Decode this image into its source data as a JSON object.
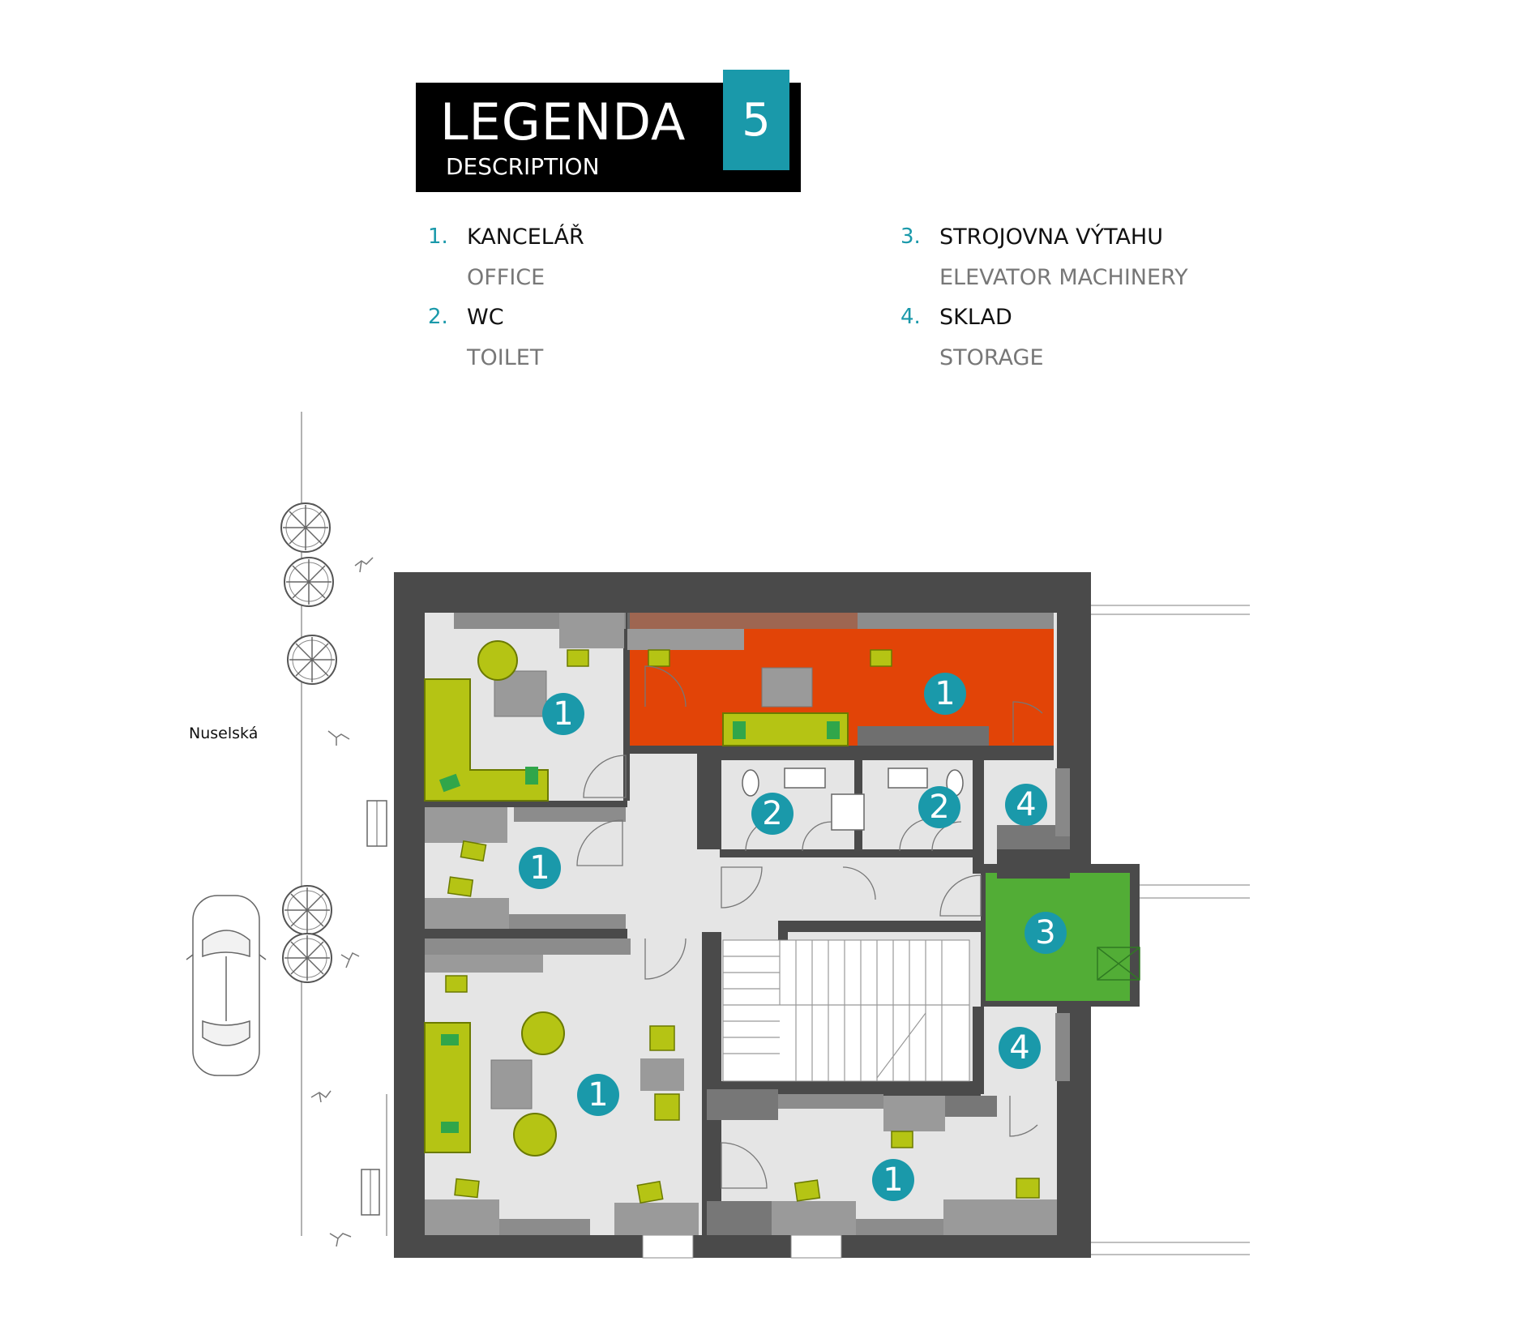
{
  "legend": {
    "title": "LEGENDA",
    "subtitle": "DESCRIPTION",
    "floor": "5",
    "items": [
      {
        "num": "1.",
        "cz": "KANCELÁŘ",
        "en": "OFFICE"
      },
      {
        "num": "2.",
        "cz": "WC",
        "en": "TOILET"
      },
      {
        "num": "3.",
        "cz": "STROJOVNA VÝTAHU",
        "en": "ELEVATOR MACHINERY"
      },
      {
        "num": "4.",
        "cz": "SKLAD",
        "en": "STORAGE"
      }
    ]
  },
  "street": "Nuselská",
  "rooms": [
    "1",
    "1",
    "1",
    "1",
    "1",
    "2",
    "2",
    "3",
    "4",
    "4"
  ],
  "colors": {
    "accent": "#1a99aa",
    "wall": "#4a4a4a",
    "floor": "#e5e5e5",
    "furniture": "#9a9a9a",
    "chair": "#b5c414",
    "highlight_office": "#e24407",
    "elevator_room": "#52ad36"
  }
}
